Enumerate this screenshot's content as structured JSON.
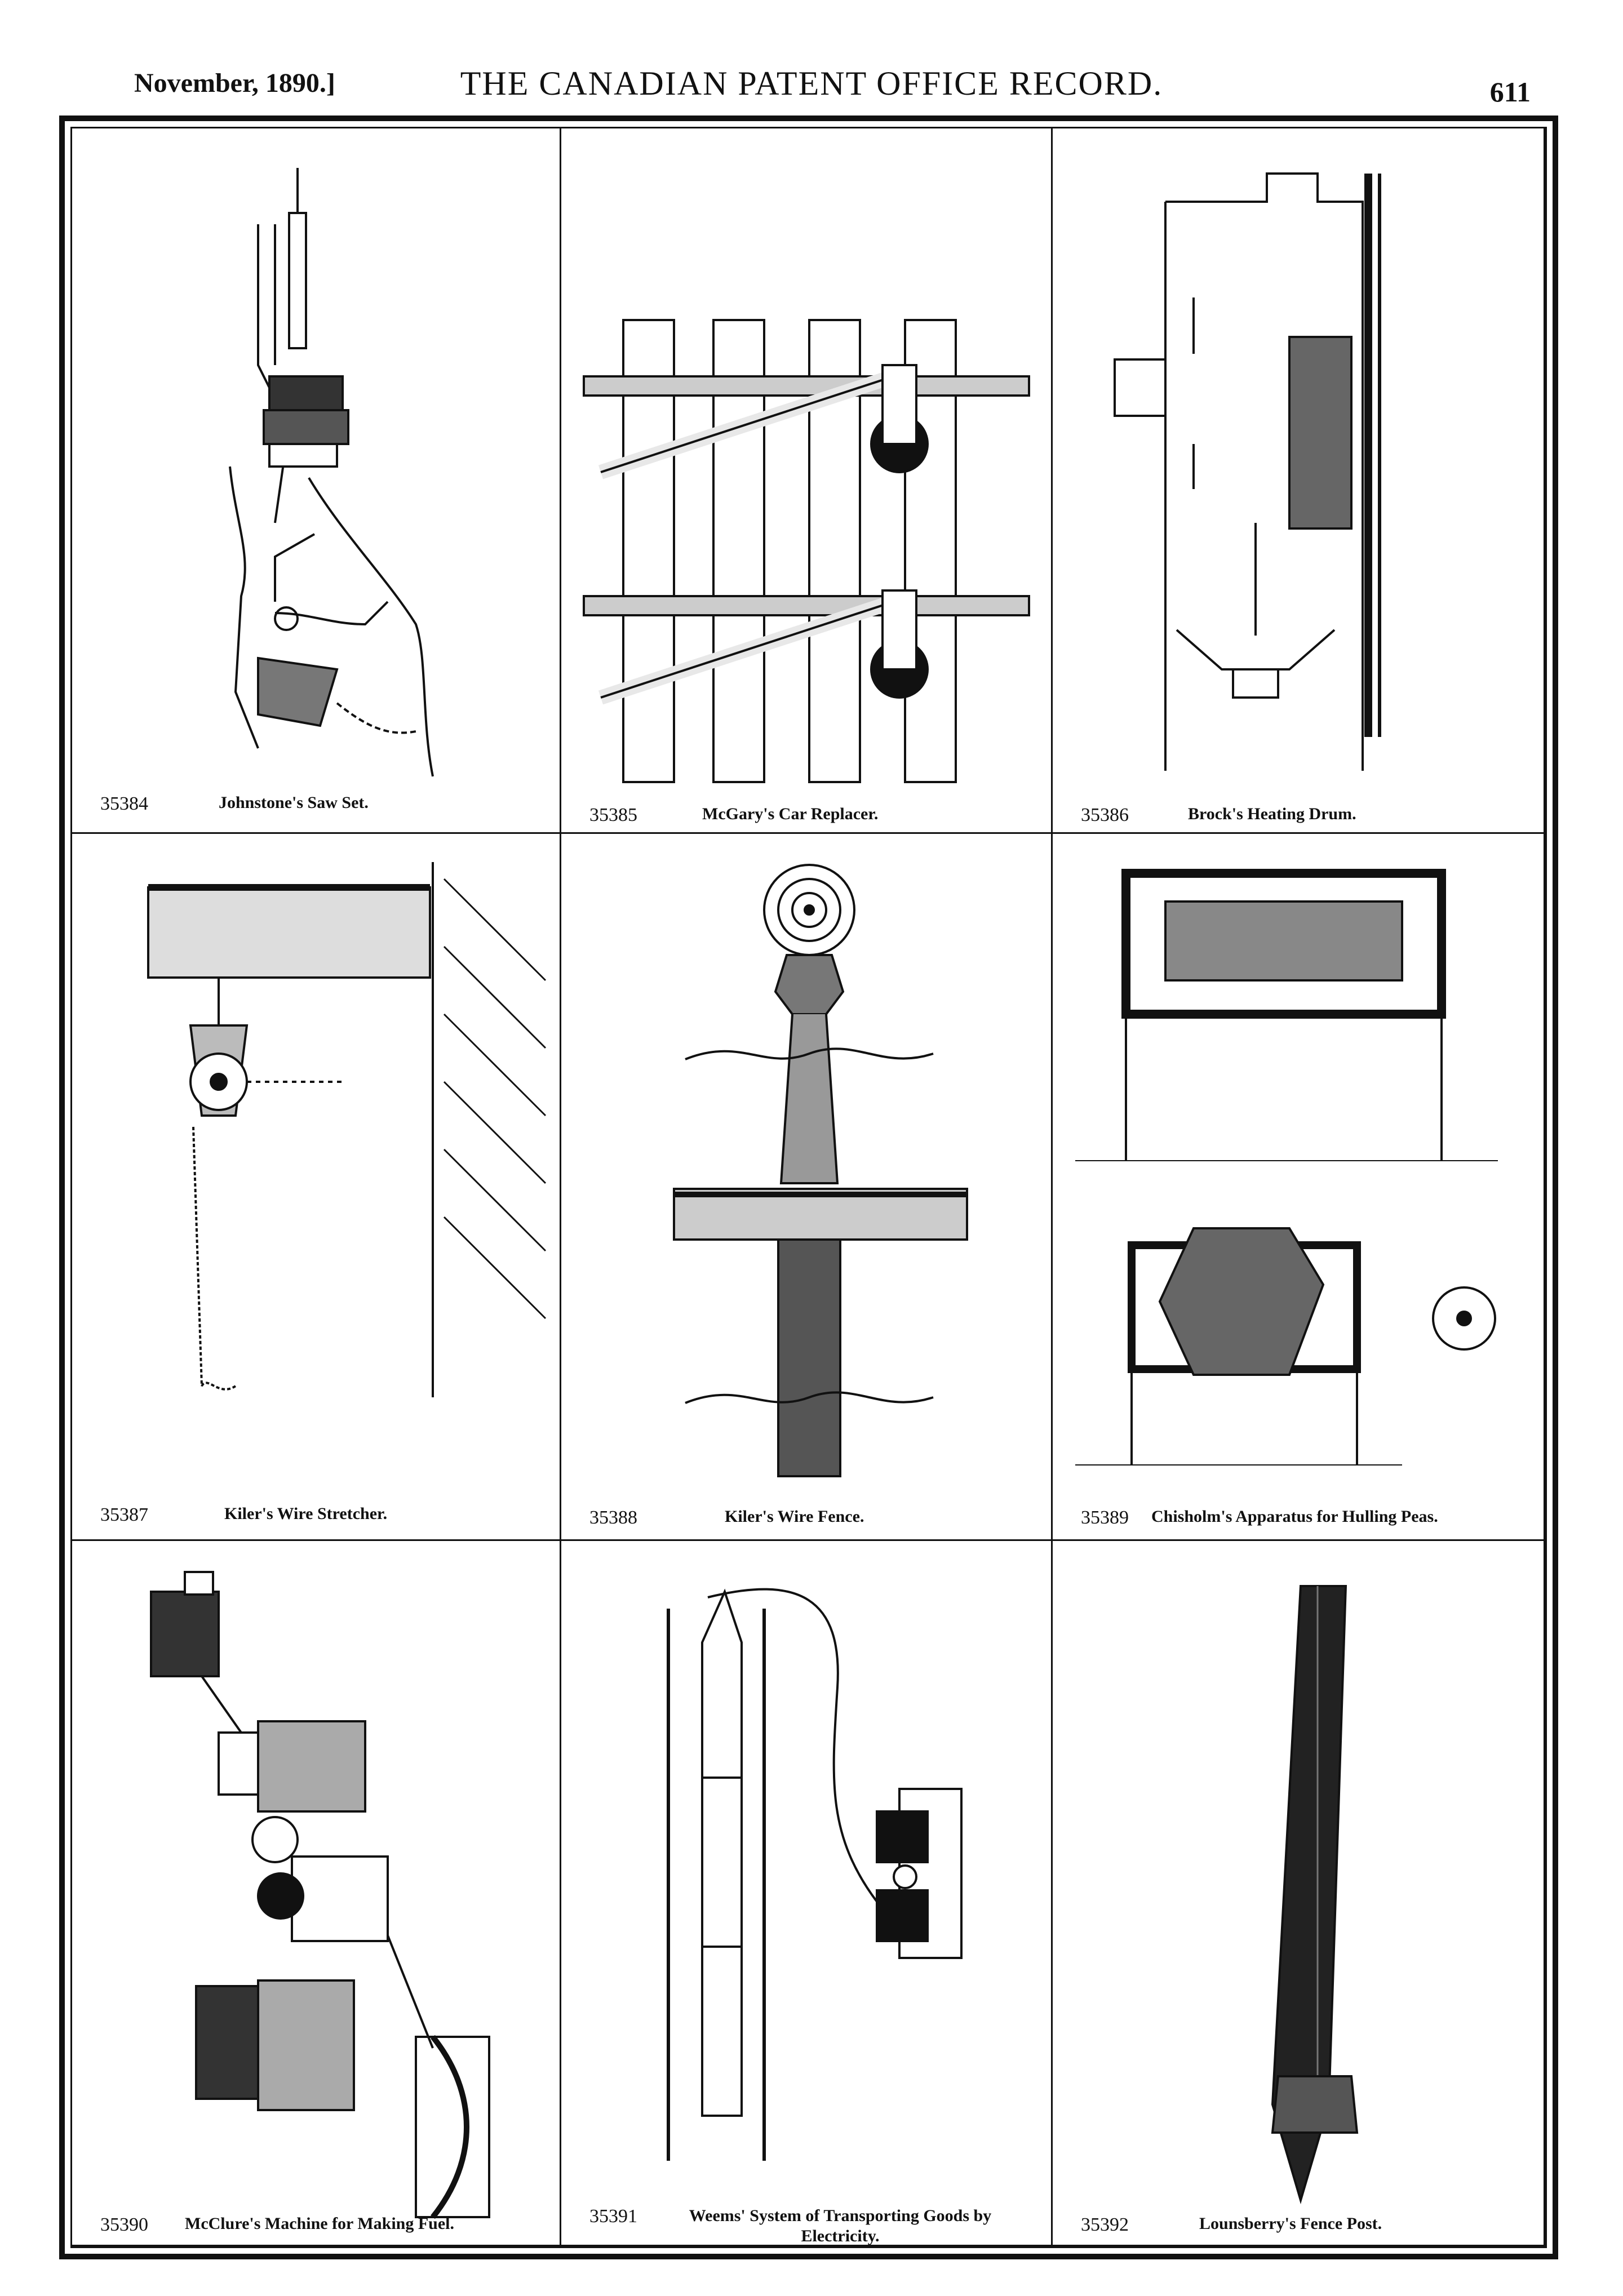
{
  "header": {
    "date": "November, 1890.]",
    "title": "THE CANADIAN PATENT OFFICE RECORD.",
    "page_number": "611"
  },
  "figures": [
    {
      "number": "35384",
      "title": "Johnstone's Saw Set."
    },
    {
      "number": "35385",
      "title": "McGary's Car Replacer."
    },
    {
      "number": "35386",
      "title": "Brock's Heating Drum."
    },
    {
      "number": "35387",
      "title": "Kiler's Wire Stretcher."
    },
    {
      "number": "35388",
      "title": "Kiler's Wire Fence."
    },
    {
      "number": "35389",
      "title": "Chisholm's Apparatus for Hulling Peas."
    },
    {
      "number": "35390",
      "title": "McClure's Machine for Making Fuel."
    },
    {
      "number": "35391",
      "title": "Weems' System of Transporting Goods by Electricity."
    },
    {
      "number": "35392",
      "title": "Lounsberry's Fence Post."
    }
  ]
}
